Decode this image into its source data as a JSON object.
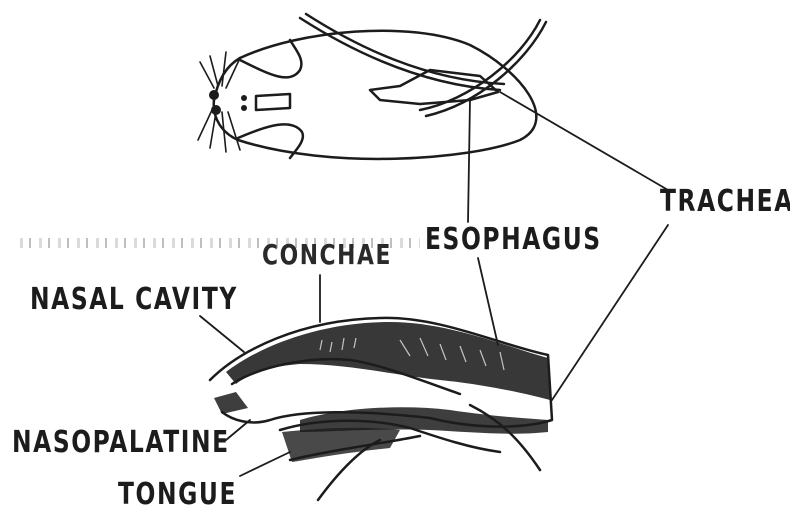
{
  "labels": {
    "trachea": "TRACHEA",
    "esophagus": "ESOPHAGUS",
    "conchae": "CONCHAE",
    "nasal_cavity": "NASAL CAVITY",
    "nasopalatine": "NASOPALATINE",
    "tongue": "TONGUE"
  },
  "colors": {
    "ink": "#1c1c1c",
    "background": "#ffffff"
  }
}
